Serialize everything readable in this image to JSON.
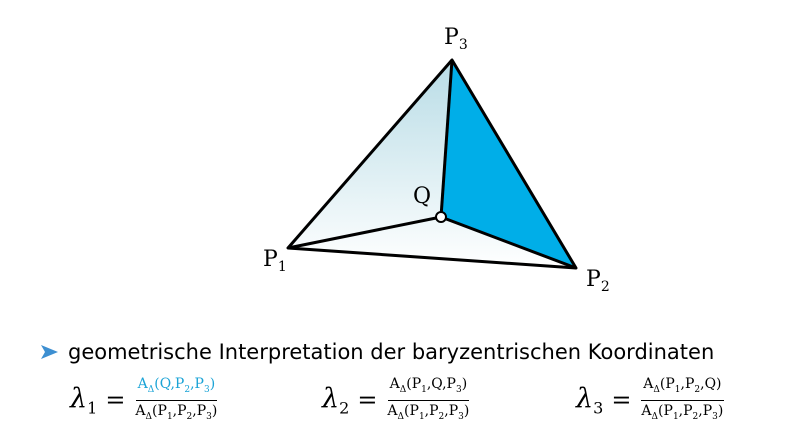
{
  "diagram": {
    "labels": {
      "p1": "P",
      "p1_sub": "1",
      "p2": "P",
      "p2_sub": "2",
      "p3": "P",
      "p3_sub": "3",
      "q": "Q"
    },
    "colors": {
      "highlight_fill": "#00aee8",
      "gradient_top": "#b8dce6",
      "gradient_bottom": "#ffffff",
      "stroke": "#000000"
    }
  },
  "bullet": {
    "text": "geometrische Interpretation der baryzentrischen Koordinaten",
    "icon": "arrow-bullet-icon",
    "icon_color": "#3d8fd1"
  },
  "formulas": [
    {
      "lambda": "λ",
      "index": "1",
      "numerator": [
        "A",
        "Δ",
        "(Q,P",
        "2",
        ",P",
        "3",
        ")"
      ],
      "numerator_color": "#1aa3d6",
      "denominator": [
        "A",
        "Δ",
        "(P",
        "1",
        ",P",
        "2",
        ",P",
        "3",
        ")"
      ]
    },
    {
      "lambda": "λ",
      "index": "2",
      "numerator": [
        "A",
        "Δ",
        "(P",
        "1",
        ",Q,P",
        "3",
        ")"
      ],
      "denominator": [
        "A",
        "Δ",
        "(P",
        "1",
        ",P",
        "2",
        ",P",
        "3",
        ")"
      ]
    },
    {
      "lambda": "λ",
      "index": "3",
      "numerator": [
        "A",
        "Δ",
        "(P",
        "1",
        ",P",
        "2",
        ",Q)"
      ],
      "denominator": [
        "A",
        "Δ",
        "(P",
        "1",
        ",P",
        "2",
        ",P",
        "3",
        ")"
      ]
    }
  ]
}
